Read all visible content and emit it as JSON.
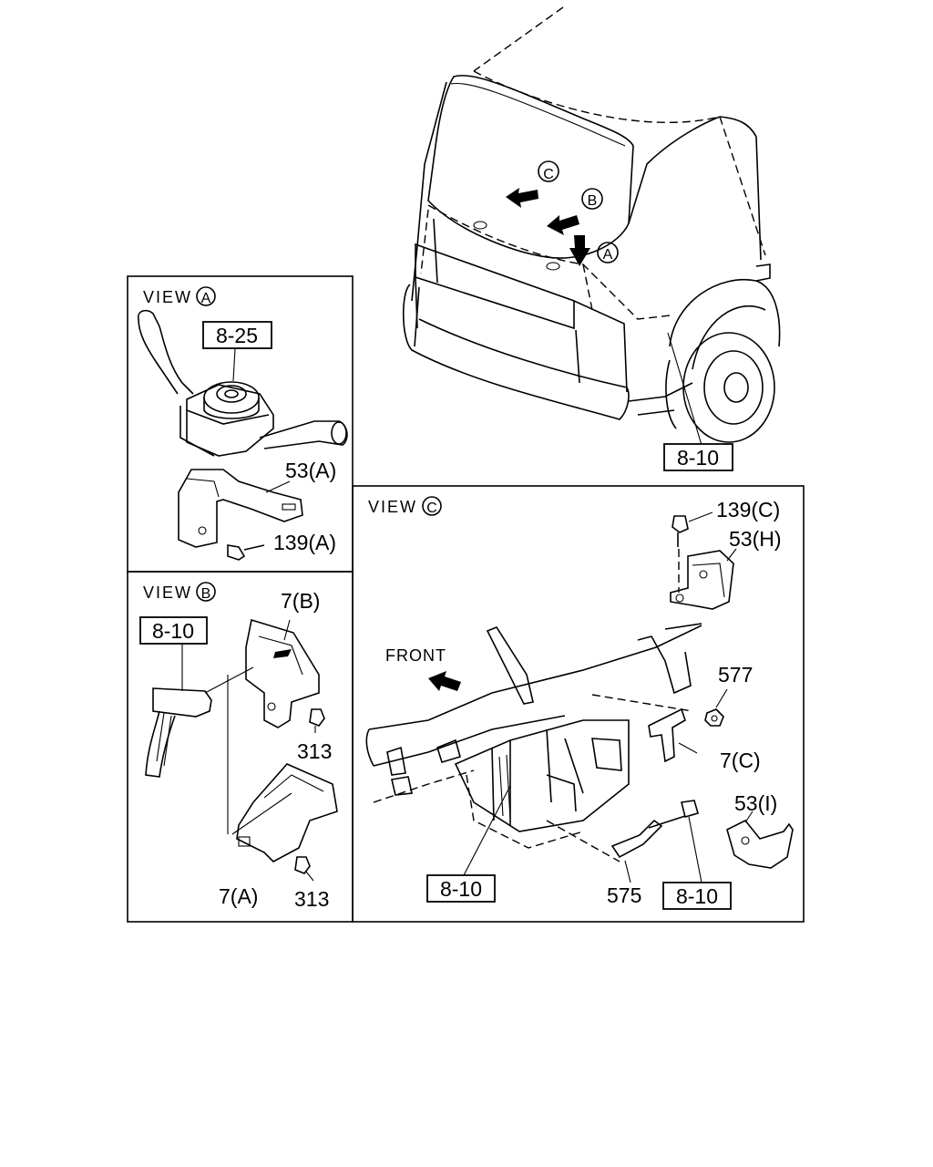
{
  "truck": {
    "markers": [
      "C",
      "B",
      "A"
    ],
    "ref": "8-10"
  },
  "view_a": {
    "view_word": "VIEW",
    "view_letter": "A",
    "ref_box": "8-25",
    "parts": [
      "53(A)",
      "139(A)"
    ]
  },
  "view_b": {
    "view_word": "VIEW",
    "view_letter": "B",
    "ref_box": "8-10",
    "parts": [
      "7(B)",
      "313",
      "313",
      "7(A)"
    ]
  },
  "view_c": {
    "view_word": "VIEW",
    "view_letter": "C",
    "front_label": "FRONT",
    "parts": [
      "139(C)",
      "53(H)",
      "577",
      "7(C)",
      "53(I)",
      "575"
    ],
    "ref_boxes": [
      "8-10",
      "8-10"
    ]
  }
}
